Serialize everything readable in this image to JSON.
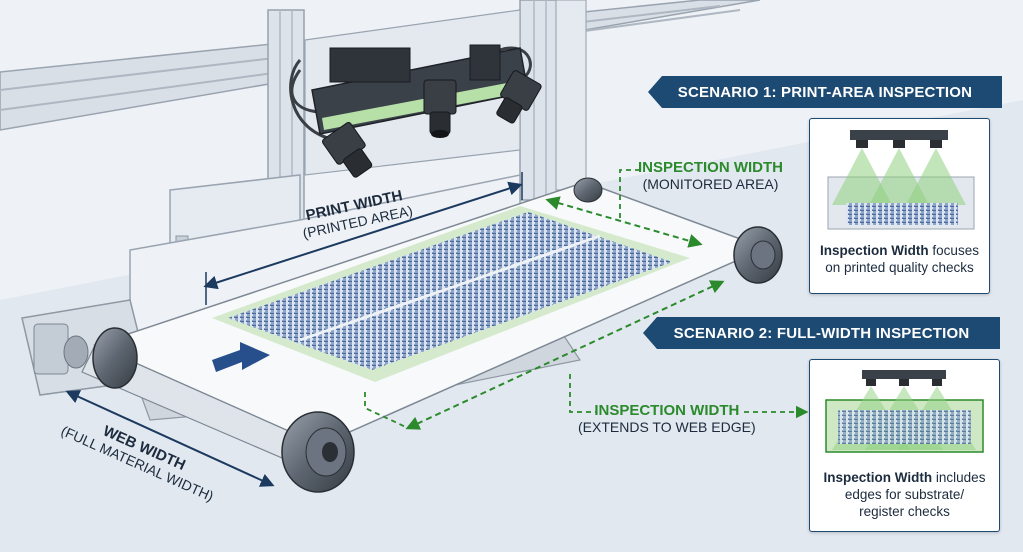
{
  "diagram": {
    "print_width": {
      "title": "PRINT WIDTH",
      "sub": "(PRINTED AREA)"
    },
    "web_width": {
      "title": "WEB WIDTH",
      "sub": "(FULL MATERIAL WIDTH)"
    },
    "scenario1": {
      "banner": "SCENARIO 1: PRINT-AREA INSPECTION",
      "inspection_label": "INSPECTION WIDTH",
      "inspection_sub": "(MONITORED AREA)",
      "caption_bold": "Inspection Width",
      "caption_rest": " focuses",
      "caption_line2": "on printed quality checks"
    },
    "scenario2": {
      "banner": "SCENARIO 2: FULL-WIDTH INSPECTION",
      "inspection_label": "INSPECTION WIDTH",
      "inspection_sub": "(EXTENDS TO WEB EDGE)",
      "caption_bold": "Inspection Width",
      "caption_rest": " includes",
      "caption_line2": "edges for substrate/",
      "caption_line3": "register checks"
    },
    "colors": {
      "banner": "#1d4a73",
      "inspection_green": "#2b8a2b",
      "print_blue": "#2e4f86",
      "arrow_blue": "#274f8c"
    },
    "icons": [
      "camera-icon",
      "light-bar-icon",
      "direction-arrow-icon"
    ]
  }
}
